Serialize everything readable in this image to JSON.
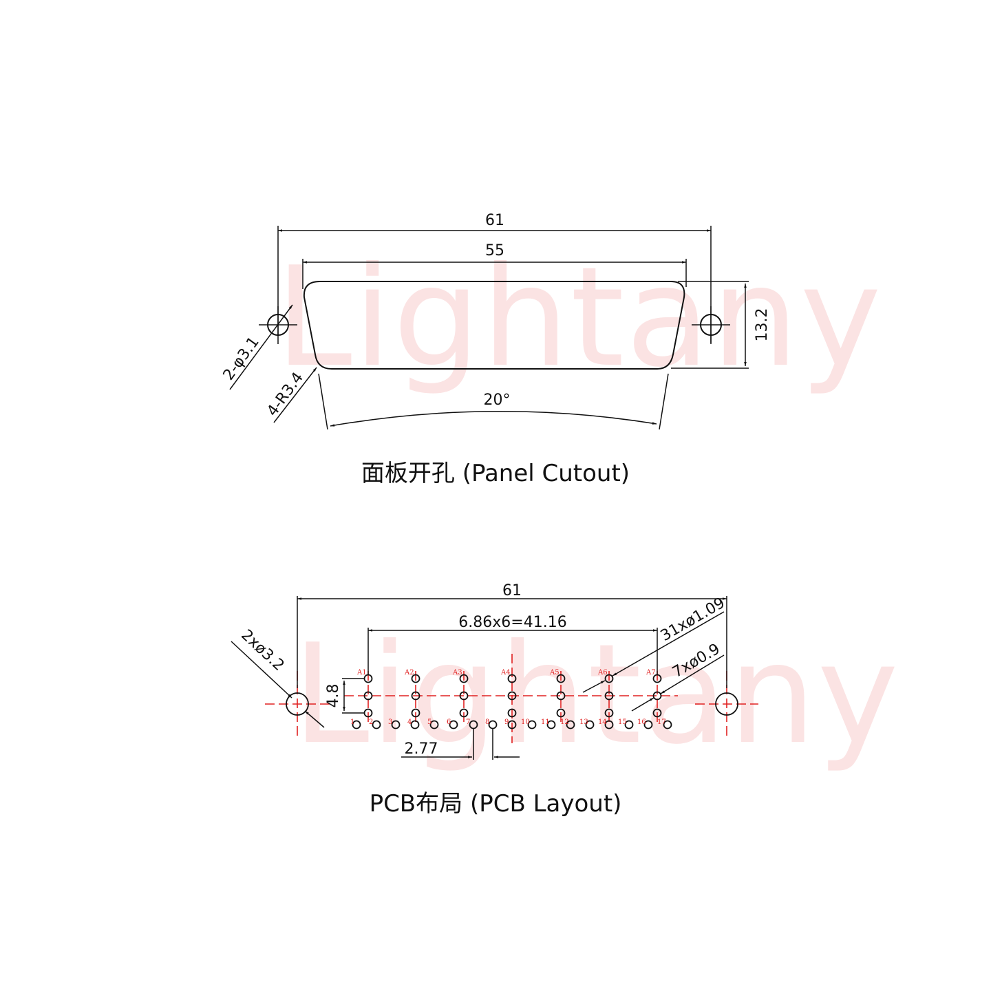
{
  "watermark": {
    "text": "Lightany",
    "color": "#fbe3e3"
  },
  "colors": {
    "line": "#111111",
    "centerline": "#e02020"
  },
  "panel_cutout": {
    "caption": "面板开孔 (Panel Cutout)",
    "dims": {
      "overall_width": "61",
      "cutout_width": "55",
      "height": "13.2",
      "angle": "20°",
      "mount_holes": "2-φ3.1",
      "corner_radius": "4-R3.4"
    }
  },
  "pcb_layout": {
    "caption": "PCB布局 (PCB Layout)",
    "dims": {
      "overall_width": "61",
      "a_pitch": "6.86x6=41.16",
      "signal_holes": "31xø1.09",
      "coax_holes": "7xø0.9",
      "mount_holes": "2xø3.2",
      "row_spacing": "4.8",
      "pin_pitch": "2.77"
    },
    "a_labels": [
      "A1",
      "A2",
      "A3",
      "A4",
      "A5",
      "A6",
      "A7"
    ],
    "pin_labels": [
      "1",
      "2",
      "3",
      "4",
      "5",
      "6",
      "7",
      "8",
      "9",
      "10",
      "11",
      "12",
      "13",
      "14",
      "15",
      "16",
      "17"
    ]
  }
}
